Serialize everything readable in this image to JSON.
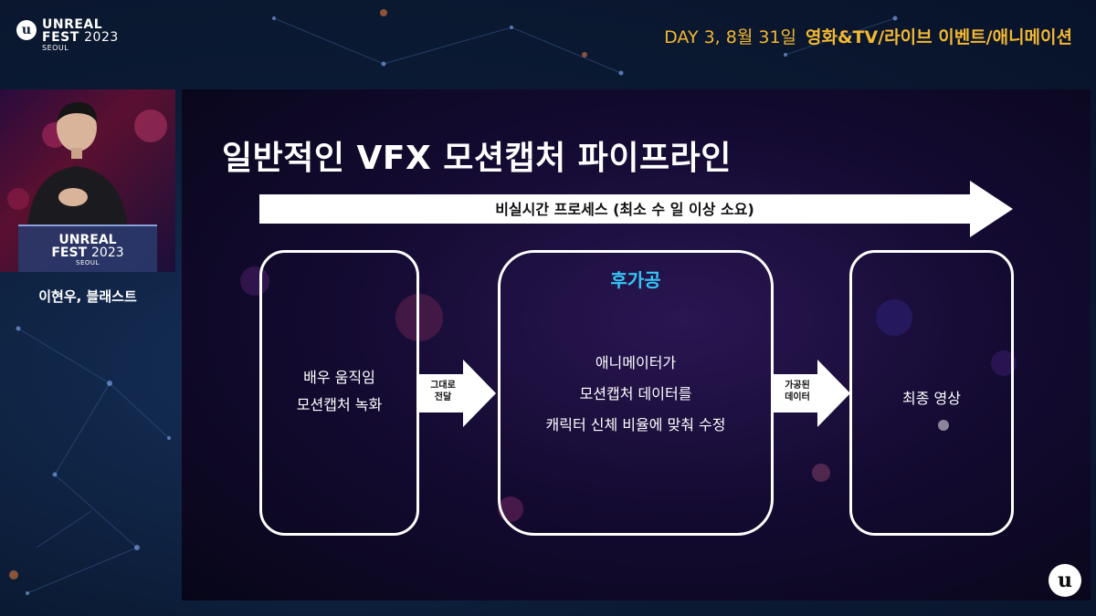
{
  "brand": {
    "logo_glyph": "u",
    "line1": "UNREAL",
    "line2_word": "FEST",
    "line2_year": "2023",
    "line3": "SEOUL"
  },
  "header": {
    "day_text": "DAY 3, 8월 31일",
    "category_text": "영화&TV/라이브 이벤트/애니메이션",
    "accent_color": "#f3b830"
  },
  "speaker": {
    "name": "이현우, 블래스트"
  },
  "slide": {
    "title": "일반적인 VFX 모션캡처 파이프라인",
    "process_label": "비실시간 프로세스 (최소 수 일 이상 소요)",
    "boxes": [
      {
        "lines": [
          "배우 움직임",
          "모션캡처 녹화"
        ]
      },
      {
        "heading": "후가공",
        "heading_color": "#33c6f5",
        "lines": [
          "애니메이터가",
          "모션캡처 데이터를",
          "캐릭터 신체 비율에 맞춰 수정"
        ]
      },
      {
        "lines": [
          "최종 영상"
        ]
      }
    ],
    "arrows": [
      {
        "lines": [
          "그대로",
          "전달"
        ]
      },
      {
        "lines": [
          "가공된",
          "데이터"
        ]
      }
    ]
  },
  "corner_logo_glyph": "u"
}
